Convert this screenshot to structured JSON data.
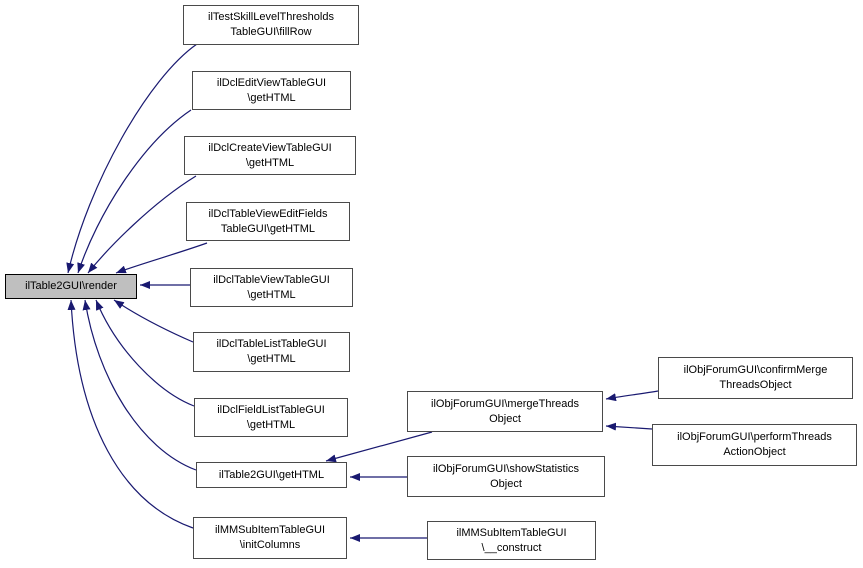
{
  "diagram": {
    "type": "caller-graph",
    "colors": {
      "edge": "#191970",
      "node_border": "#4a4a4a",
      "node_fill": "#ffffff",
      "highlight_fill": "#bfbfbf",
      "highlight_border": "#000000",
      "text": "#000000",
      "background": "#ffffff"
    },
    "nodes": {
      "render": {
        "label": "ilTable2GUI\\render",
        "highlighted": true
      },
      "fillRow": {
        "label": "ilTestSkillLevelThresholds\nTableGUI\\fillRow"
      },
      "dclEditView": {
        "label": "ilDclEditViewTableGUI\n\\getHTML"
      },
      "dclCreateView": {
        "label": "ilDclCreateViewTableGUI\n\\getHTML"
      },
      "dclTableViewEditFields": {
        "label": "ilDclTableViewEditFields\nTableGUI\\getHTML"
      },
      "dclTableView": {
        "label": "ilDclTableViewTableGUI\n\\getHTML"
      },
      "dclTableList": {
        "label": "ilDclTableListTableGUI\n\\getHTML"
      },
      "dclFieldList": {
        "label": "ilDclFieldListTableGUI\n\\getHTML"
      },
      "getHTML": {
        "label": "ilTable2GUI\\getHTML"
      },
      "initColumns": {
        "label": "ilMMSubItemTableGUI\n\\initColumns"
      },
      "mergeThreads": {
        "label": "ilObjForumGUI\\mergeThreads\nObject"
      },
      "showStatistics": {
        "label": "ilObjForumGUI\\showStatistics\nObject"
      },
      "mmConstruct": {
        "label": "ilMMSubItemTableGUI\n\\__construct"
      },
      "confirmMerge": {
        "label": "ilObjForumGUI\\confirmMerge\nThreadsObject"
      },
      "performThreads": {
        "label": "ilObjForumGUI\\performThreads\nActionObject"
      }
    },
    "edges": [
      {
        "from": "fillRow",
        "to": "render"
      },
      {
        "from": "dclEditView",
        "to": "render"
      },
      {
        "from": "dclCreateView",
        "to": "render"
      },
      {
        "from": "dclTableViewEditFields",
        "to": "render"
      },
      {
        "from": "dclTableView",
        "to": "render"
      },
      {
        "from": "dclTableList",
        "to": "render"
      },
      {
        "from": "dclFieldList",
        "to": "render"
      },
      {
        "from": "getHTML",
        "to": "render"
      },
      {
        "from": "initColumns",
        "to": "render"
      },
      {
        "from": "mergeThreads",
        "to": "getHTML"
      },
      {
        "from": "showStatistics",
        "to": "getHTML"
      },
      {
        "from": "confirmMerge",
        "to": "mergeThreads"
      },
      {
        "from": "performThreads",
        "to": "mergeThreads"
      },
      {
        "from": "mmConstruct",
        "to": "initColumns"
      }
    ]
  }
}
